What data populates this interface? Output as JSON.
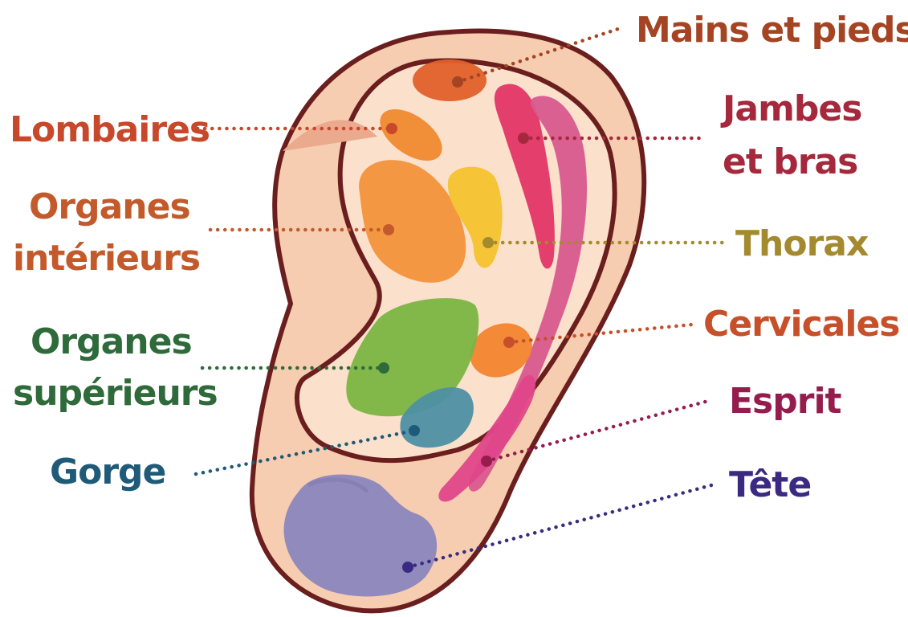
{
  "labels": [
    {
      "id": "mains",
      "lines": [
        "Mains et pieds"
      ],
      "color": "#A54423"
    },
    {
      "id": "lombaires",
      "lines": [
        "Lombaires"
      ],
      "color": "#C7482A"
    },
    {
      "id": "jambes",
      "lines": [
        "Jambes",
        "et bras"
      ],
      "color": "#A5283C"
    },
    {
      "id": "organes_int",
      "lines": [
        "Organes",
        "intérieurs"
      ],
      "color": "#C25A2B"
    },
    {
      "id": "thorax",
      "lines": [
        "Thorax"
      ],
      "color": "#A48A2E"
    },
    {
      "id": "organes_sup",
      "lines": [
        "Organes",
        "supérieurs"
      ],
      "color": "#2F6A3A"
    },
    {
      "id": "cervicales",
      "lines": [
        "Cervicales"
      ],
      "color": "#C74F29"
    },
    {
      "id": "esprit",
      "lines": [
        "Esprit"
      ],
      "color": "#961C4E"
    },
    {
      "id": "gorge",
      "lines": [
        "Gorge"
      ],
      "color": "#1F5A78"
    },
    {
      "id": "tete",
      "lines": [
        "Tête"
      ],
      "color": "#3A2A82"
    }
  ],
  "zones": {
    "mains": "#E0602A",
    "lombaires": "#F0892F",
    "organes_int": "#F3923A",
    "thorax": "#F6C22E",
    "jambes": "#E23566",
    "jambes_outer": "#D9588E",
    "cervicales": "#F3842F",
    "organes_sup": "#7BB542",
    "gorge": "#4E8FA3",
    "esprit": "#E0468A",
    "tete": "#8A86BE"
  },
  "ear": {
    "skin": "#F6CDB0",
    "skin_light": "#FBE0CB",
    "skin_shadow": "#EBA98E",
    "outline": "#6B1E1E"
  }
}
